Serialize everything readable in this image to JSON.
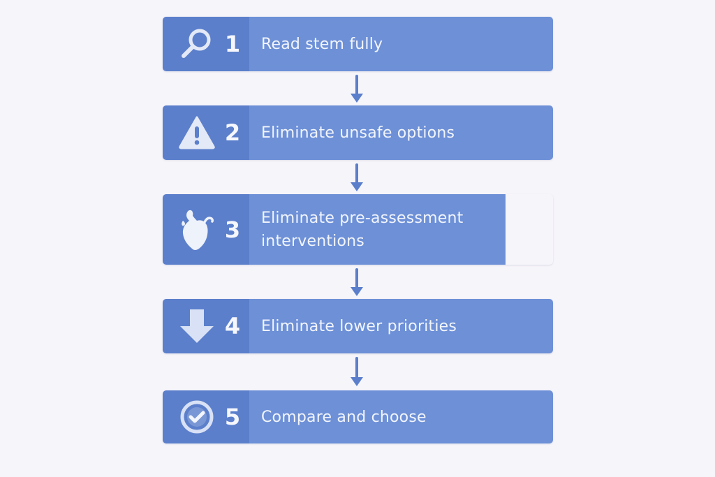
{
  "colors": {
    "background": "#f6f5fa",
    "step_left": "#5b7fcb",
    "step_right": "#6d90d7",
    "arrow": "#5b7fcb",
    "text": "#f2f5fc"
  },
  "steps": [
    {
      "number": "1",
      "icon": "magnifier-icon",
      "label": "Read stem fully"
    },
    {
      "number": "2",
      "icon": "warning-triangle-icon",
      "label": "Eliminate unsafe options"
    },
    {
      "number": "3",
      "icon": "heart-icon",
      "label": "Eliminate pre-assessment interventions"
    },
    {
      "number": "4",
      "icon": "down-arrow-icon",
      "label": "Eliminate lower priorities"
    },
    {
      "number": "5",
      "icon": "check-circle-icon",
      "label": "Compare and choose"
    }
  ]
}
